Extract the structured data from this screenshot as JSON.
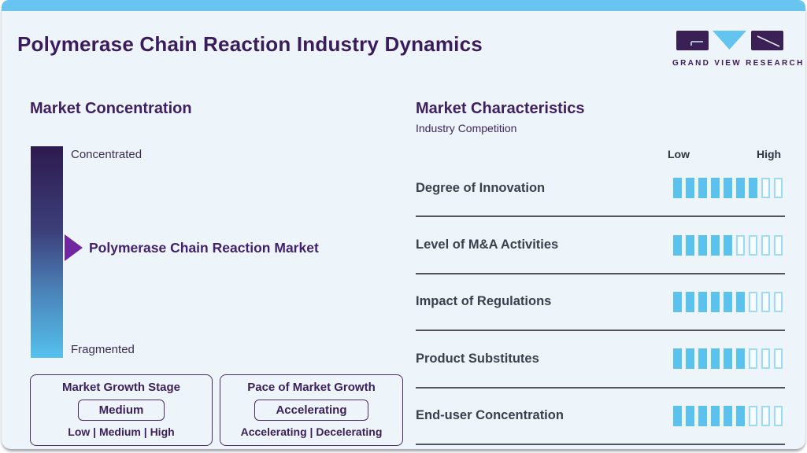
{
  "header": {
    "title": "Polymerase Chain Reaction Industry Dynamics",
    "logo_text": "GRAND VIEW RESEARCH"
  },
  "market_concentration": {
    "heading": "Market Concentration",
    "top_label": "Concentrated",
    "bottom_label": "Fragmented",
    "pointer_label": "Polymerase Chain Reaction Market"
  },
  "growth_boxes": [
    {
      "title": "Market Growth Stage",
      "selected": "Medium",
      "options": "Low | Medium | High"
    },
    {
      "title": "Pace of Market Growth",
      "selected": "Accelerating",
      "options": "Accelerating | Decelerating"
    }
  ],
  "market_characteristics": {
    "heading": "Market Characteristics",
    "subheading": "Industry Competition",
    "scale_low": "Low",
    "scale_high": "High",
    "total_segments": 9,
    "rows": [
      {
        "label": "Degree of Innovation",
        "filled": 7
      },
      {
        "label": "Level of M&A Activities",
        "filled": 5
      },
      {
        "label": "Impact of Regulations",
        "filled": 6
      },
      {
        "label": "Product Substitutes",
        "filled": 6
      },
      {
        "label": "End-user Concentration",
        "filled": 6
      }
    ]
  },
  "colors": {
    "accent_blue": "#5bc2ee",
    "outline_blue": "#9fd9f4",
    "dark_purple": "#3a1c5c",
    "pointer_purple": "#71289f",
    "gradient_top": "#2d1a4e",
    "gradient_bottom": "#55c1ee"
  },
  "chart_data": {
    "type": "bar",
    "title": "Polymerase Chain Reaction Industry Dynamics",
    "subtitle": "Market Characteristics — Industry Competition",
    "categories": [
      "Degree of Innovation",
      "Level of M&A Activities",
      "Impact of Regulations",
      "Product Substitutes",
      "End-user Concentration"
    ],
    "values": [
      7,
      5,
      6,
      6,
      6
    ],
    "value_max": 9,
    "scale_labels": [
      "Low",
      "High"
    ],
    "legend_position": "none",
    "secondary": {
      "type": "scale",
      "title": "Market Concentration",
      "axis_top": "Concentrated",
      "axis_bottom": "Fragmented",
      "marker_label": "Polymerase Chain Reaction Market",
      "market_growth_stage": "Medium",
      "market_growth_stage_options": "Low | Medium | High",
      "pace_of_market_growth": "Accelerating",
      "pace_options": "Accelerating | Decelerating"
    }
  }
}
